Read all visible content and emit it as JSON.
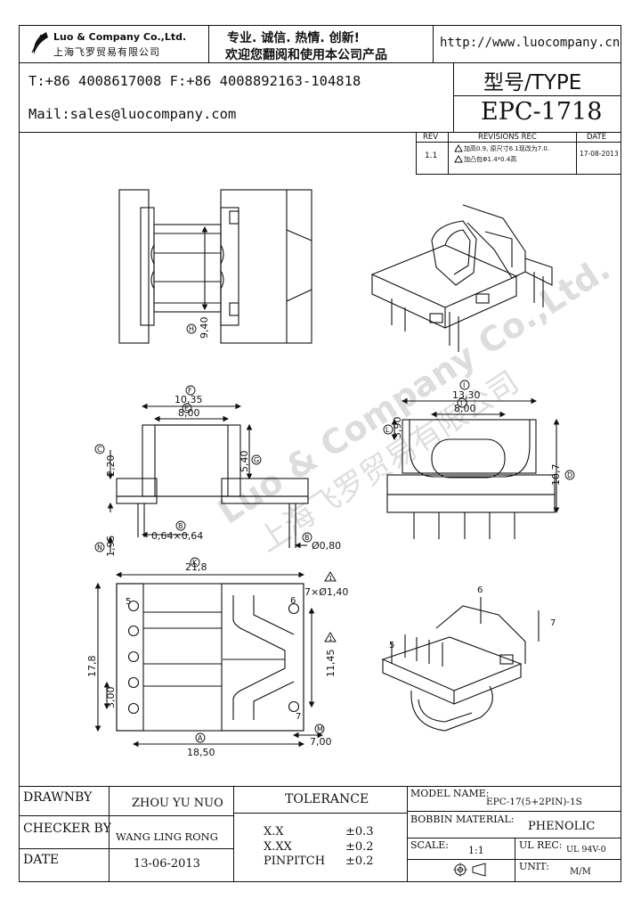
{
  "header": {
    "company_en": "Luo & Company Co.,Ltd.",
    "company_cn": "上海飞罗贸易有限公司",
    "slogan_1": "专业. 诚信.  热情.  创新!",
    "slogan_2": "欢迎您翻阅和使用本公司产品",
    "url": "http://www.luocompany.cn",
    "phone_fax": "T:+86 4008617008 F:+86 4008892163-104818",
    "mail": "Mail:sales@luocompany.com",
    "type_label": "型号/TYPE",
    "model": "EPC-1718"
  },
  "revision": {
    "col_rev": "REV",
    "col_rec": "REVISIONS REC",
    "col_date": "DATE",
    "rev": "1.1",
    "note_1": "加高0.9, 原尺寸6.1现改为7.0.",
    "note_2": "加凸包Φ1.4*0.4高",
    "date": "17-08-2013"
  },
  "watermark": {
    "en": "Luo & Company Co.,Ltd.",
    "cn": "上海飞罗贸易有限公司"
  },
  "dimensions": {
    "d_940": "9,40",
    "d_1035": "10,35",
    "d_800a": "8,00",
    "d_220": "2,20",
    "d_540": "5,40",
    "d_195": "1,95",
    "d_064": "0,64×0,64",
    "d_080": "Ø0,80",
    "d_1330": "13,30",
    "d_390": "3,90",
    "d_800b": "8,00",
    "d_107": "10,7",
    "d_218": "21,8",
    "d_178": "17,8",
    "d_300": "3,00",
    "d_1145": "11,45",
    "d_1850": "18,50",
    "d_700": "7,00",
    "d_boss": "7×Ø1,40",
    "bubble_h": "H",
    "bubble_f": "F",
    "bubble_e": "E",
    "bubble_i": "I",
    "bubble_l": "L",
    "bubble_j": "J",
    "bubble_c": "C",
    "bubble_g": "G",
    "bubble_n": "N",
    "bubble_b": "B",
    "bubble_d": "D",
    "bubble_k": "K",
    "bubble_a": "A",
    "bubble_m": "M",
    "tri": "1",
    "pin_5": "5",
    "pin_6": "6",
    "pin_7": "7"
  },
  "title_block": {
    "drawnby_label": "DRAWNBY",
    "drawnby": "ZHOU YU NUO",
    "checker_label": "CHECKER BY",
    "checker": "WANG LING RONG",
    "date_label": "DATE",
    "date": "13-06-2013",
    "tolerance_label": "TOLERANCE",
    "tol_1_label": "X.X",
    "tol_1": "±0.3",
    "tol_2_label": "X.XX",
    "tol_2": "±0.2",
    "tol_3_label": "PINPITCH",
    "tol_3": "±0.2",
    "model_name_label": "MODEL NAME:",
    "model_name": "EPC-17(5+2PIN)-1S",
    "bobbin_label": "BOBBIN MATERIAL:",
    "bobbin": "PHENOLIC",
    "scale_label": "SCALE:",
    "scale": "1:1",
    "ul_label": "UL REC:",
    "ul": "UL 94V-0",
    "unit_label": "UNIT:",
    "unit": "M/M"
  }
}
